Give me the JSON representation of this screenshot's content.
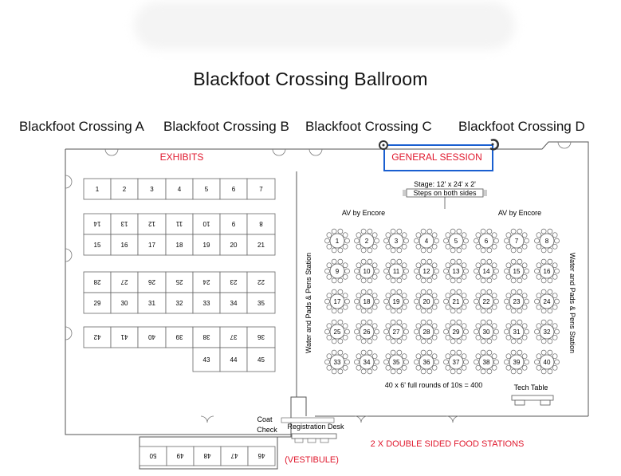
{
  "title": "Blackfoot Crossing Ballroom",
  "rooms": [
    "Blackfoot Crossing A",
    "Blackfoot Crossing B",
    "Blackfoot Crossing C",
    "Blackfoot Crossing D"
  ],
  "labels": {
    "exhibits": "EXHIBITS",
    "general_session": "GENERAL SESSION",
    "stage_line1": "Stage: 12' x 24' x 2'",
    "stage_line2": "Steps on both sides",
    "av_left": "AV by Encore",
    "av_right": "AV by Encore",
    "water_left": "Water and Pads & Pens Station",
    "water_right": "Water and Pads & Pens Station",
    "rounds_note": "40 x 6' full rounds of 10s = 400",
    "tech_table": "Tech Table",
    "coat_check_1": "Coat",
    "coat_check_2": "Check",
    "registration_desk": "Registration Desk",
    "food_stations": "2 X DOUBLE SIDED FOOD STATIONS",
    "vestibule": "(VESTIBULE)"
  },
  "colors": {
    "accent_red": "#e0182d",
    "session_blue": "#1a5fd0",
    "line": "#555555"
  },
  "booth_rows": [
    [
      "1",
      "2",
      "3",
      "4",
      "5",
      "6",
      "7"
    ],
    [
      "14",
      "13",
      "12",
      "11",
      "10",
      "9",
      "8"
    ],
    [
      "15",
      "16",
      "17",
      "18",
      "19",
      "20",
      "21"
    ],
    [
      "28",
      "27",
      "26",
      "25",
      "24",
      "23",
      "22"
    ],
    [
      "29",
      "30",
      "31",
      "32",
      "33",
      "34",
      "35"
    ],
    [
      "42",
      "41",
      "40",
      "39",
      "38",
      "37",
      "36"
    ],
    [
      "",
      "",
      "",
      "",
      "43",
      "44",
      "45"
    ]
  ],
  "vestibule_booths": [
    "50",
    "49",
    "48",
    "47",
    "46"
  ],
  "tables": [
    [
      "1",
      "2",
      "3",
      "4",
      "5",
      "6",
      "7",
      "8"
    ],
    [
      "9",
      "10",
      "11",
      "12",
      "13",
      "14",
      "15",
      "16"
    ],
    [
      "17",
      "18",
      "19",
      "20",
      "21",
      "22",
      "23",
      "24"
    ],
    [
      "25",
      "26",
      "27",
      "28",
      "29",
      "30",
      "31",
      "32"
    ],
    [
      "33",
      "34",
      "35",
      "36",
      "37",
      "38",
      "39",
      "40"
    ]
  ]
}
